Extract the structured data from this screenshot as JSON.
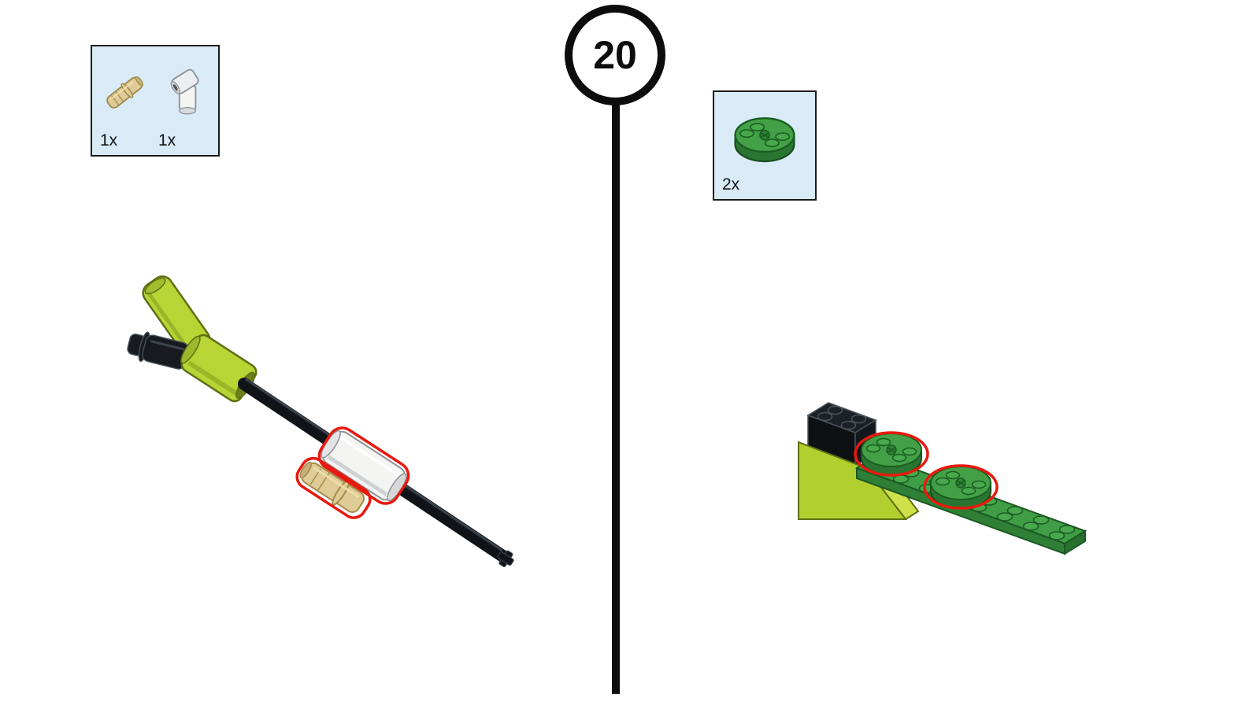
{
  "step": {
    "number": "20"
  },
  "parts_callouts": {
    "left": {
      "items": [
        {
          "part": "tan-axle-pin",
          "count": "1x"
        },
        {
          "part": "white-angled-pin-connector",
          "count": "1x"
        }
      ]
    },
    "right": {
      "items": [
        {
          "part": "green-round-plate-2x2",
          "count": "2x"
        }
      ]
    }
  },
  "colors": {
    "callout_background": "#d8ebf7",
    "highlight_red": "#e8190e",
    "lime_green": "#b8d435",
    "bright_green": "#43a047",
    "tan": "#dfcb96",
    "part_black": "#171b1f",
    "part_white": "#f4f4f2"
  }
}
